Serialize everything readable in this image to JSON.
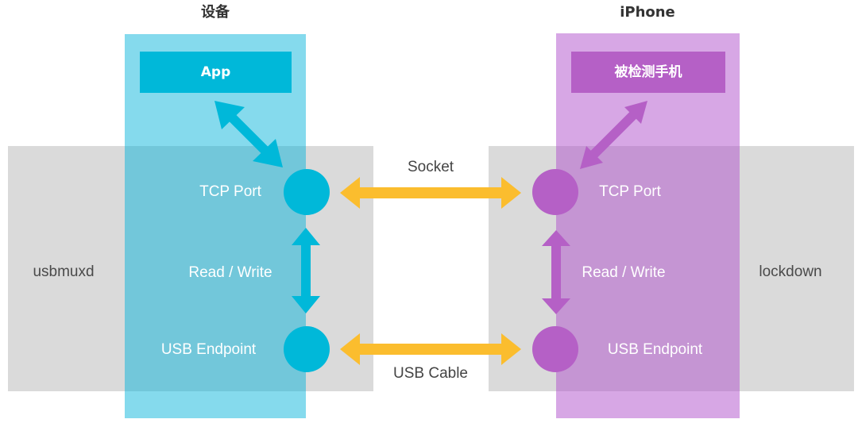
{
  "columns": {
    "left_title": "设备",
    "right_title": "iPhone"
  },
  "left": {
    "app_label": "App",
    "tcp_port_label": "TCP Port",
    "read_write_label": "Read / Write",
    "usb_endpoint_label": "USB Endpoint",
    "side_label": "usbmuxd"
  },
  "right": {
    "device_label": "被检测手机",
    "tcp_port_label": "TCP Port",
    "read_write_label": "Read / Write",
    "usb_endpoint_label": "USB Endpoint",
    "side_label": "lockdown"
  },
  "links": {
    "socket_label": "Socket",
    "usb_cable_label": "USB Cable"
  },
  "colors": {
    "cyan": "#00b8d9",
    "purple": "#b560c6",
    "yellow": "#fbbd2e",
    "gray": "#dadada"
  }
}
